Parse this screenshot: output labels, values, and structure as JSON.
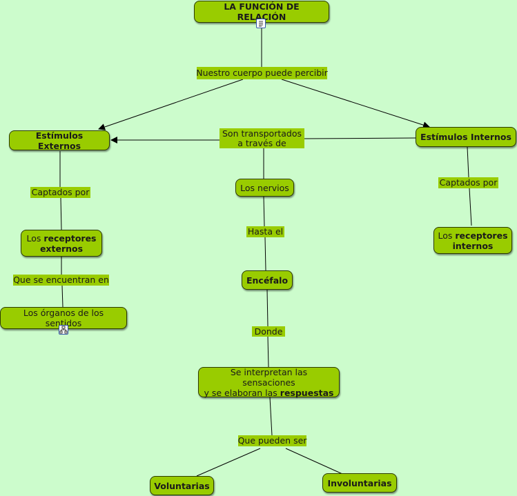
{
  "title": "LA FUNCIÓN DE RELACIÓN",
  "nodes": {
    "title": "LA FUNCIÓN DE RELACIÓN",
    "estimulos_externos": "Estímulos Externos",
    "estimulos_internos": "Estímulos Internos",
    "receptores_externos": {
      "pre": "Los ",
      "bold": "receptores",
      "line2": "externos"
    },
    "receptores_internos": {
      "pre": "Los ",
      "bold": "receptores",
      "line2": "internos"
    },
    "organos": "Los órganos de los sentidos",
    "nervios": "Los nervios",
    "encefalo": "Encéfalo",
    "interpretan": {
      "line1": "Se interpretan las sensaciones",
      "line2_pre": "y se elaboran las ",
      "line2_bold": "respuestas"
    },
    "voluntarias": "Voluntarias",
    "involuntarias": "Involuntarias"
  },
  "links": {
    "percibir": "Nuestro cuerpo puede percibir",
    "transportados_1": "Son transportados",
    "transportados_2": "a través de",
    "captados_ext": "Captados por",
    "captados_int": "Captados por",
    "encuentran": "Que se encuentran en",
    "hasta": "Hasta el",
    "donde": "Donde",
    "pueden_ser": "Que pueden ser"
  },
  "icons": [
    "document-icon",
    "concept-map-icon"
  ],
  "colors": {
    "background": "#ccfccc",
    "node": "#99cc00",
    "border": "#2b3b00",
    "line": "#000000"
  }
}
